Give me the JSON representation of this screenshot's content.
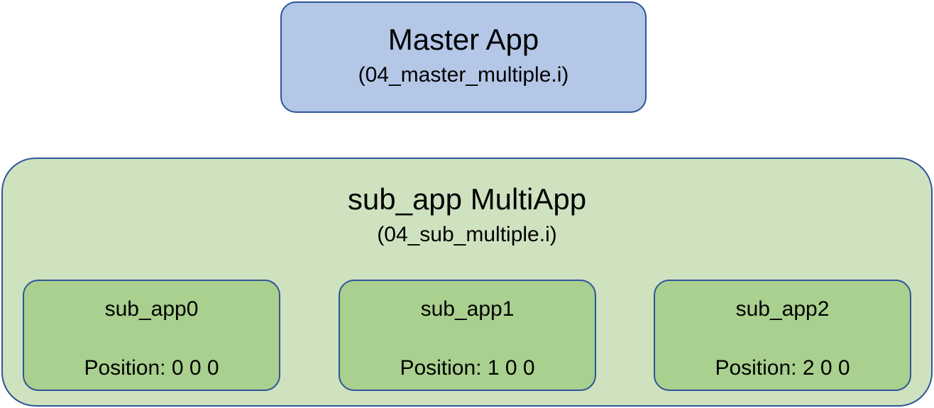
{
  "master": {
    "title": "Master App",
    "file": "(04_master_multiple.i)"
  },
  "multiapp": {
    "title": "sub_app MultiApp",
    "file": "(04_sub_multiple.i)",
    "subapps": [
      {
        "name": "sub_app0",
        "position": "Position: 0 0 0"
      },
      {
        "name": "sub_app1",
        "position": "Position: 1 0 0"
      },
      {
        "name": "sub_app2",
        "position": "Position: 2 0 0"
      }
    ]
  },
  "colors": {
    "master_fill": "#b4c7e7",
    "multiapp_fill": "#cfe2bf",
    "subapp_fill": "#a9d08e",
    "border": "#2f5597"
  }
}
